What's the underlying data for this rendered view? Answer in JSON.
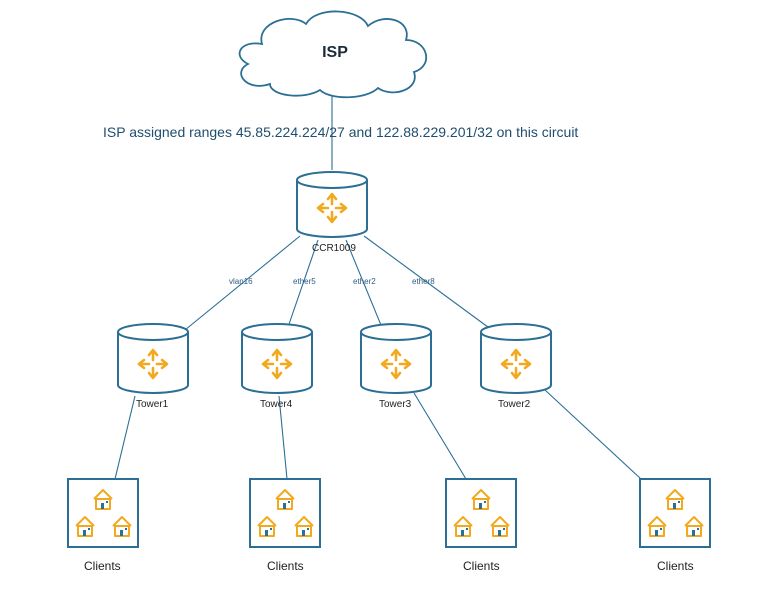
{
  "isp": {
    "label": "ISP"
  },
  "note": "ISP assigned ranges 45.85.224.224/27 and 122.88.229.201/32 on this circuit",
  "core": {
    "label": "CCR1009"
  },
  "links": [
    "vlan16",
    "ether5",
    "ether2",
    "ether8"
  ],
  "towers": [
    "Tower1",
    "Tower4",
    "Tower3",
    "Tower2"
  ],
  "clients": [
    "Clients",
    "Clients",
    "Clients",
    "Clients"
  ],
  "colors": {
    "line": "#2b6f95",
    "accent": "#f2a91e",
    "text": "#1f4e6e"
  }
}
